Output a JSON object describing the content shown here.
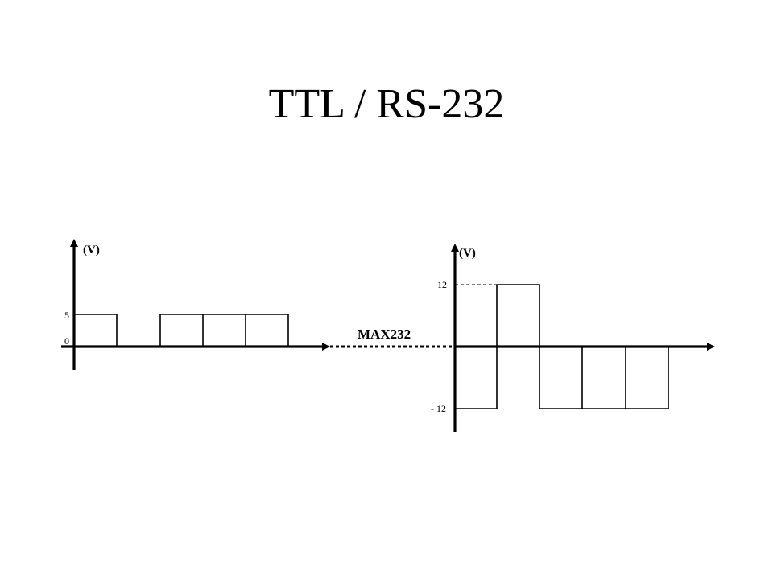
{
  "title": "TTL / RS-232",
  "left_plot": {
    "y_unit": "(V)",
    "ticks": {
      "high": "5",
      "zero": "0"
    }
  },
  "converter": {
    "label": "MAX232"
  },
  "right_plot": {
    "y_unit": "(V)",
    "ticks": {
      "high": "12",
      "low": "- 12"
    }
  }
}
